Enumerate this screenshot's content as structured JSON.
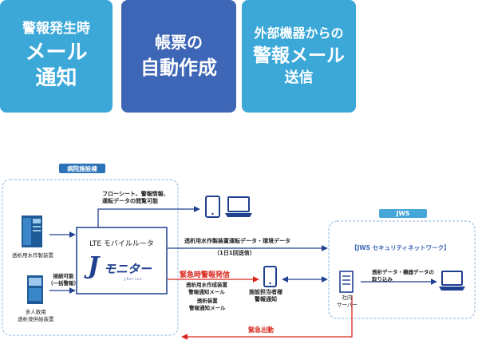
{
  "tiles": [
    {
      "lines": [
        "警報発生時",
        "メール",
        "通知"
      ]
    },
    {
      "lines": [
        "帳票の",
        "自動作成"
      ]
    },
    {
      "lines": [
        "外部機器からの",
        "警報メール",
        "送信"
      ]
    }
  ],
  "hospital": {
    "tag": "病院施設棟"
  },
  "jws": {
    "tag": "JWS",
    "network_label": "【JWS セキュリティネットワーク】",
    "server_label": "社内\nサーバー",
    "capture_label": "透析データ・機器データの\n取り込み"
  },
  "devices": {
    "water": "透析用水作製装置",
    "dialysis": "多人数用\n透析液供給装置"
  },
  "router": {
    "title": "LTE モバイルルータ",
    "logo_j": "J",
    "logo_text": "モニター",
    "logo_sub": "J S e r i e s"
  },
  "labels": {
    "flow_sheet": "フローシート、警報情報、\n運転データの閲覧可能",
    "connect": "接続可能\n（一括警報）",
    "data_stream": "透析用水作製装置運転データ・環境データ",
    "daily": "（1日1回送信）",
    "urgent_title": "緊急時警報発信",
    "urgent_body1": "透析用水作成装置\n警報通知メール",
    "urgent_body2": "透析装置\n警報通知メール",
    "staff": "施設担当者様\n警報通知",
    "dispatch": "緊急出動"
  },
  "colors": {
    "cyan": "#3ba8d8",
    "blue": "#3e66b6",
    "dark_blue": "#1f3f8f",
    "red": "#d9261c",
    "dashed": "#8bb6dd"
  }
}
